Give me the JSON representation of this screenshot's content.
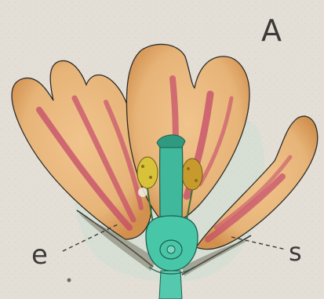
{
  "figure": {
    "panel_label": "A",
    "labels": {
      "left": "e",
      "right": "s"
    },
    "colors": {
      "paper": "#e3dfd6",
      "petal": "#e8b77c",
      "petal_edge": "#d28a45",
      "vein": "#c44a6a",
      "pistil": "#3fb89c",
      "pollen": "#d7c23a",
      "outline": "#2e2c2a"
    }
  }
}
